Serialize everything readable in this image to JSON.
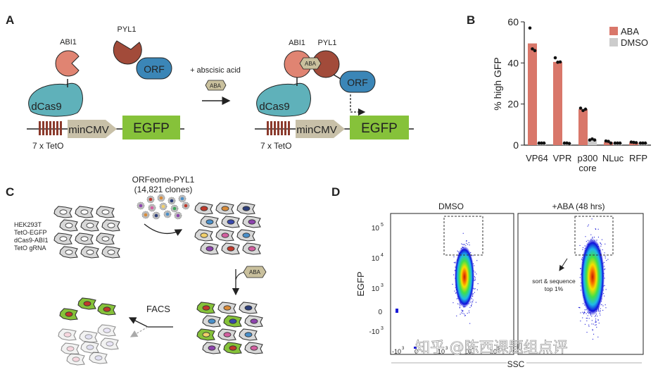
{
  "panels": {
    "a": {
      "letter": "A",
      "abi1": "ABI1",
      "pyl1": "PYL1",
      "orf": "ORF",
      "dcas9": "dCas9",
      "mincmv": "minCMV",
      "egfp": "EGFP",
      "teto": "7 x TetO",
      "treatment": "+ abscisic acid",
      "aba": "ABA"
    },
    "b": {
      "letter": "B"
    },
    "c": {
      "letter": "C",
      "library": "ORFeome-PYL1",
      "clones": "(14,821 clones)",
      "cell_line": [
        "HEK293T",
        "TetO-EGFP",
        "dCas9-ABI1",
        "TetO gRNA"
      ],
      "aba": "ABA",
      "facs": "FACS"
    },
    "d": {
      "letter": "D",
      "left_title": "DMSO",
      "right_title": "+ABA (48 hrs)",
      "ylabel": "EGFP",
      "xlabel": "SSC",
      "yticks": [
        "10",
        "10",
        "10",
        "0",
        "-10"
      ],
      "yexps": [
        "5",
        "4",
        "3",
        "",
        "3"
      ],
      "xticks": [
        "-10",
        "0",
        "10",
        "10",
        "10"
      ],
      "xexps": [
        "3",
        "",
        "3",
        "4",
        "5"
      ],
      "annotation": [
        "sort & sequence",
        "top 1%"
      ],
      "watermark": "知乎 @陈西课题组点评"
    }
  },
  "chart_data": {
    "type": "bar",
    "ylabel": "% high GFP",
    "xlabel": "",
    "ylim": [
      0,
      60
    ],
    "yticks": [
      0,
      20,
      40,
      60
    ],
    "categories": [
      "VP64",
      "VPR",
      "p300 core",
      "NLuc",
      "RFP"
    ],
    "legend_position": "top-right",
    "grid": false,
    "series": [
      {
        "name": "ABA",
        "color": "#d9776a",
        "values": [
          49.5,
          40.5,
          17.5,
          1.5,
          1.2
        ],
        "points": [
          [
            57,
            46.5,
            46
          ],
          [
            42.5,
            40,
            40.5
          ],
          [
            18,
            16.5,
            17.5
          ],
          [
            2,
            1.5,
            1
          ],
          [
            1.5,
            1,
            1.2
          ]
        ]
      },
      {
        "name": "DMSO",
        "color": "#cccccc",
        "values": [
          1,
          0.8,
          2.5,
          1,
          1
        ],
        "points": [
          [
            1,
            1,
            1
          ],
          [
            1,
            1,
            0.8
          ],
          [
            2.5,
            3,
            2.5
          ],
          [
            1,
            1,
            1
          ],
          [
            1,
            1,
            1
          ]
        ]
      }
    ]
  },
  "colors": {
    "dcas9": "#5fb1ba",
    "abi1": "#e08472",
    "pyl1": "#a24b3a",
    "orf": "#3b86b7",
    "egfp": "#86c23a",
    "mincmv": "#c8c0a8",
    "aba": "#c9c09d",
    "teto": "#8b3a2c",
    "cell": "#d8d8d8"
  }
}
